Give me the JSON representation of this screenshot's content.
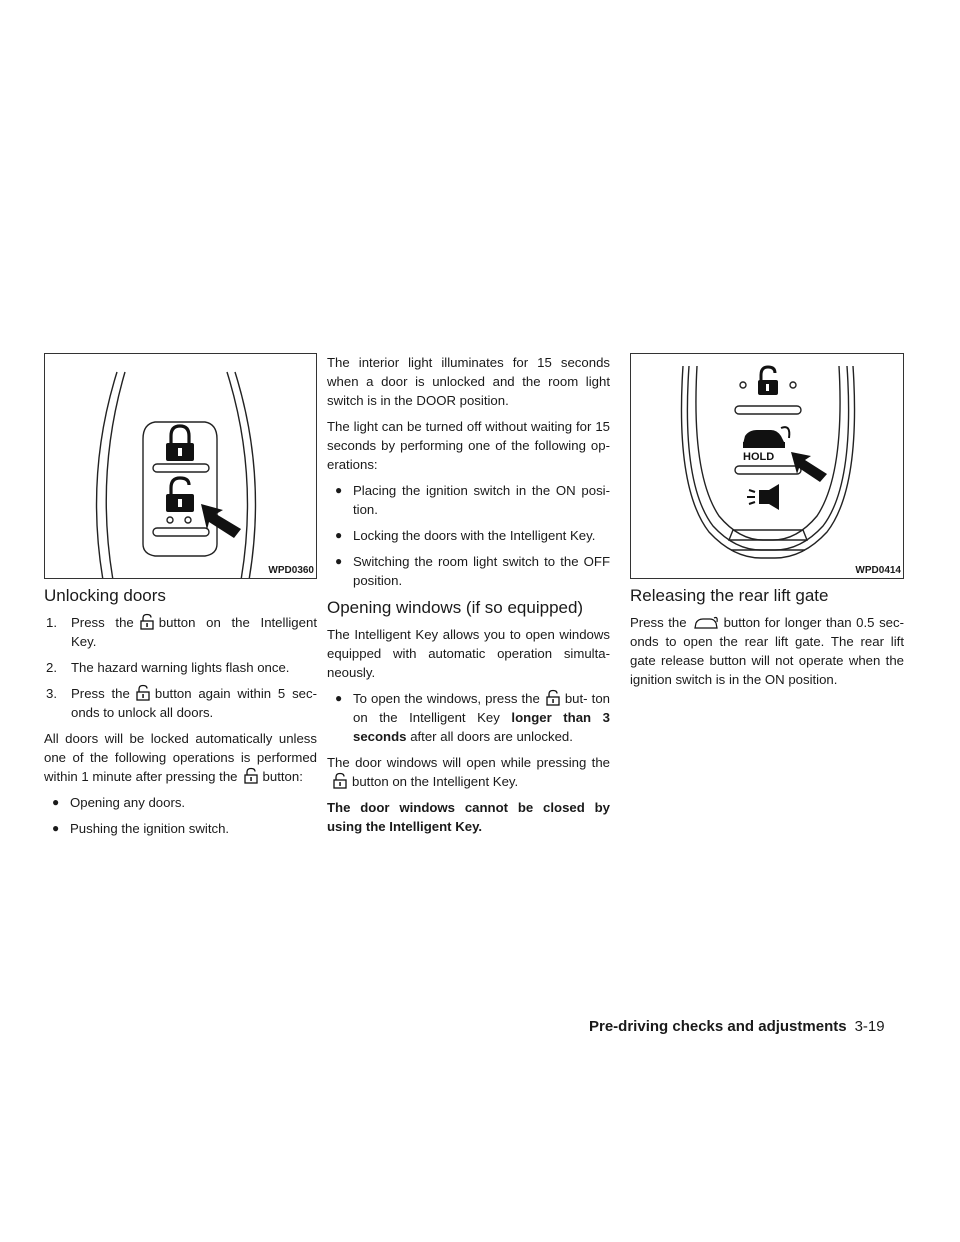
{
  "section1": {
    "figure_code": "WPD0360",
    "heading": "Unlocking doors",
    "steps": [
      {
        "num": "1.",
        "pre": "Press the",
        "post": "button on the Intelligent Key."
      },
      {
        "num": "2.",
        "text": "The hazard warning lights flash once."
      },
      {
        "num": "3.",
        "pre": "Press the",
        "post": "button again within 5 sec- onds to unlock all doors."
      }
    ],
    "auto_lock_pre": "All doors will be locked automatically unless one of the following operations is performed within 1 minute after pressing the",
    "auto_lock_post": "button:",
    "bullets": [
      "Opening any doors.",
      "Pushing the ignition switch."
    ]
  },
  "section2": {
    "p1": "The interior light illuminates for 15 seconds when a door is unlocked and the room light switch is in the DOOR position.",
    "p2": "The light can be turned off without waiting for 15 seconds by performing one of the following op- erations:",
    "bullets": [
      "Placing the ignition switch in the ON posi- tion.",
      "Locking the doors with the Intelligent Key.",
      "Switching the room light switch to the OFF position."
    ]
  },
  "section3": {
    "heading": "Opening windows (if so equipped)",
    "p1": "The Intelligent Key allows you to open windows equipped with automatic operation simulta- neously.",
    "bullet_pre": "To open the windows, press the",
    "bullet_mid": "but- ton on the Intelligent Key",
    "bullet_bold": "longer than 3 seconds",
    "bullet_post": "after all doors are unlocked.",
    "p2_pre": "The door windows will open while pressing the",
    "p2_post": "button on the Intelligent Key.",
    "warning": "The door windows cannot be closed by using the Intelligent Key."
  },
  "section4": {
    "figure_code": "WPD0414",
    "hold_label": "HOLD",
    "heading": "Releasing the rear lift gate",
    "p_pre": "Press the",
    "p_post": "button for longer than 0.5 sec- onds to open the rear lift gate. The rear lift gate release button will not operate when the ignition switch is in the ON position."
  },
  "footer": {
    "section_title": "Pre-driving checks and adjustments",
    "page_number": "3-19"
  },
  "bullet_glyph": "●",
  "icons": {
    "unlock": "unlock-icon",
    "lock": "lock-icon",
    "lift_gate": "lift-gate-icon",
    "panic": "panic-alarm-icon",
    "arrow": "pointer-arrow-icon"
  }
}
